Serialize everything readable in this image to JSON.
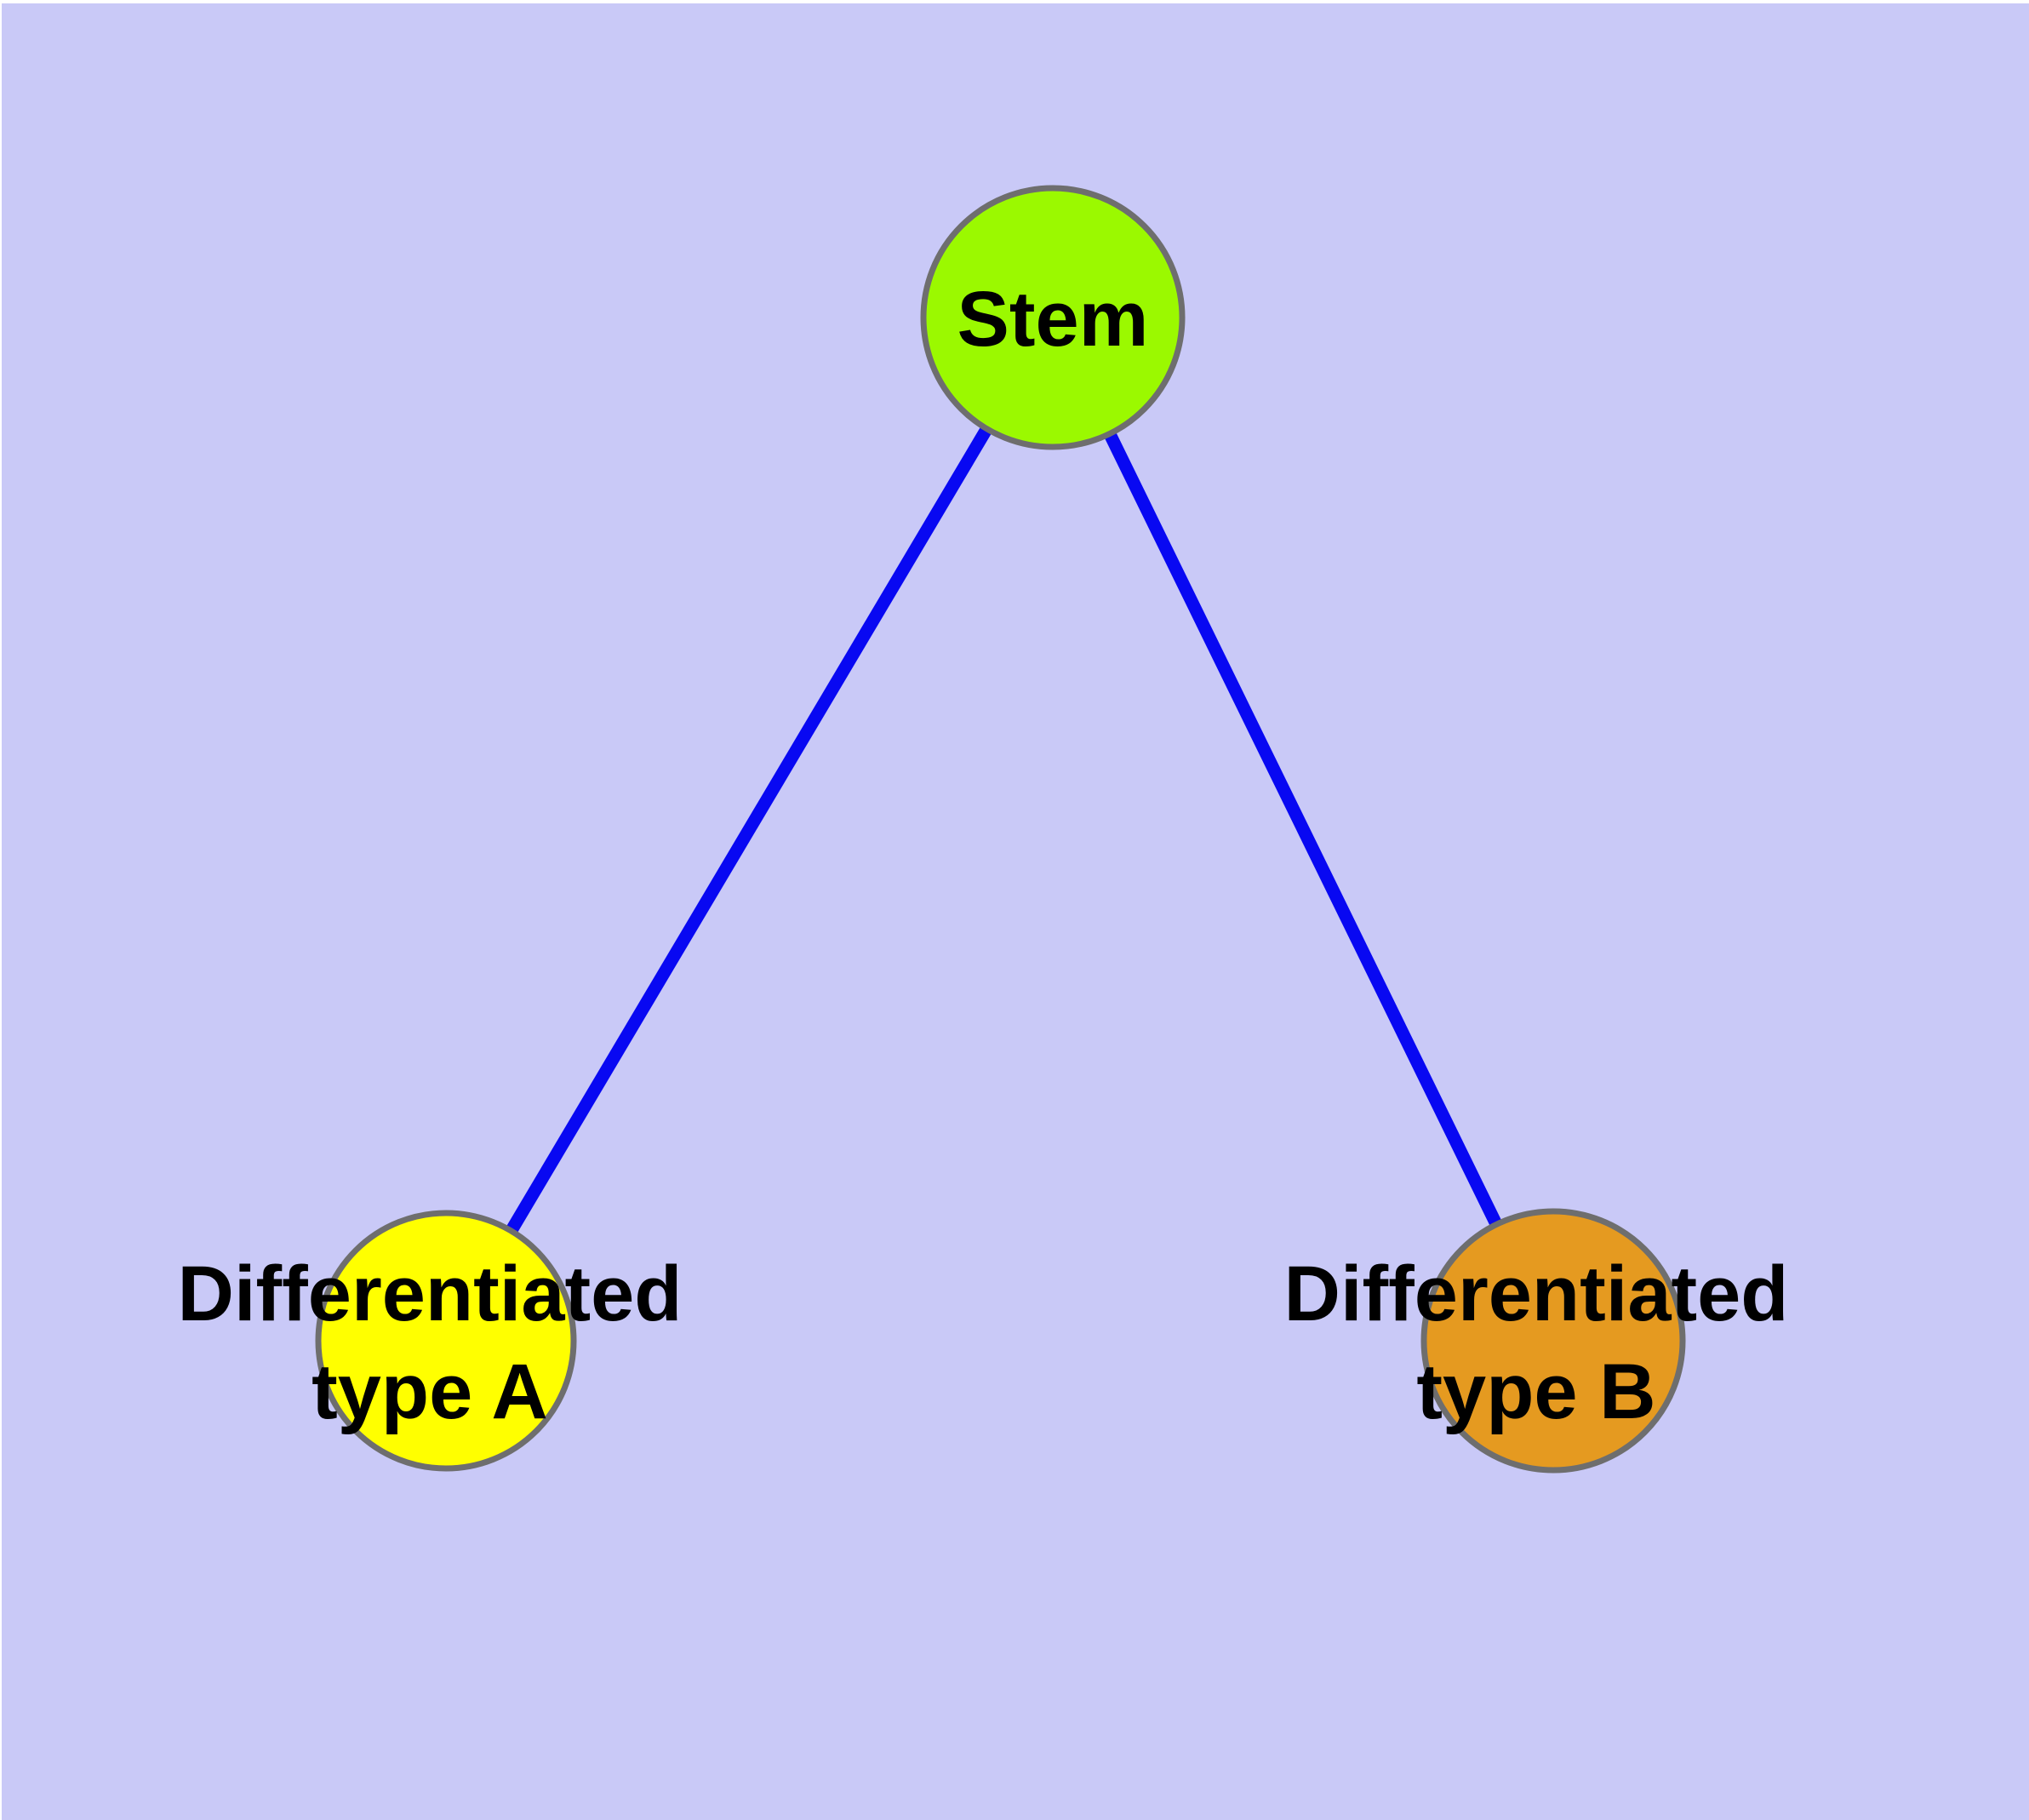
{
  "canvas": {
    "background_color": "#C9C9F7",
    "margin_color": "#FFFFFF"
  },
  "graph": {
    "edge_color": "#0808F2",
    "node_stroke_color": "#6E6E6E",
    "label_color": "#000000",
    "nodes": {
      "stem": {
        "label": "Stem",
        "fill": "#9BF900"
      },
      "typeA": {
        "label_line1": "Differentiated",
        "label_line2": "type A",
        "fill": "#FFFF00"
      },
      "typeB": {
        "label_line1": "Differentiated",
        "label_line2": "type B",
        "fill": "#E59A20"
      }
    },
    "edges": [
      {
        "from": "Stem",
        "to": "Differentiated type A"
      },
      {
        "from": "Stem",
        "to": "Differentiated type B"
      }
    ]
  }
}
